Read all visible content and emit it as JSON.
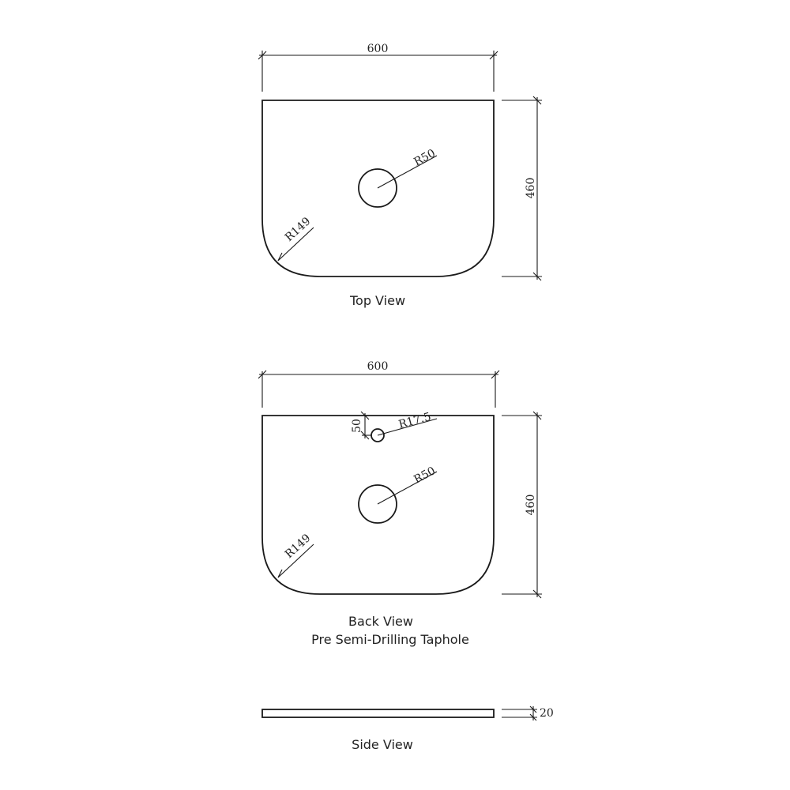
{
  "top_view": {
    "width_label": "600",
    "depth_label": "460",
    "hole_radius_label": "R50",
    "corner_radius_label": "R149",
    "caption": "Top View"
  },
  "back_view": {
    "width_label": "600",
    "depth_label": "460",
    "hole_radius_label": "R50",
    "corner_radius_label": "R149",
    "taphole_radius_label": "R17.5",
    "taphole_offset_label": "50",
    "caption_line1": "Back View",
    "caption_line2": "Pre Semi-Drilling Taphole"
  },
  "side_view": {
    "thickness_label": "20",
    "caption": "Side View"
  }
}
